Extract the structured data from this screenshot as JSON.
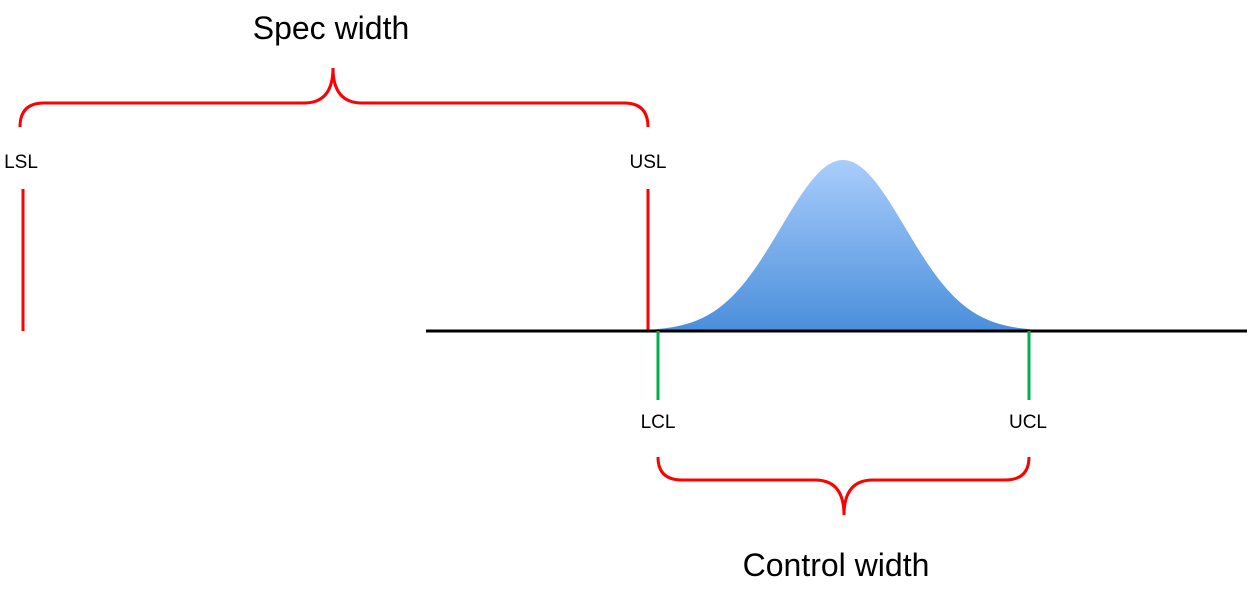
{
  "diagram": {
    "spec_width_label": "Spec width",
    "control_width_label": "Control width",
    "lsl_label": "LSL",
    "usl_label": "USL",
    "lcl_label": "LCL",
    "ucl_label": "UCL"
  },
  "colors": {
    "spec_lines": "#ff0000",
    "control_lines": "#00b050",
    "braces": "#ff0000",
    "axis": "#000000",
    "curve_top": "#a9cdfc",
    "curve_bottom": "#4a8fdb"
  }
}
